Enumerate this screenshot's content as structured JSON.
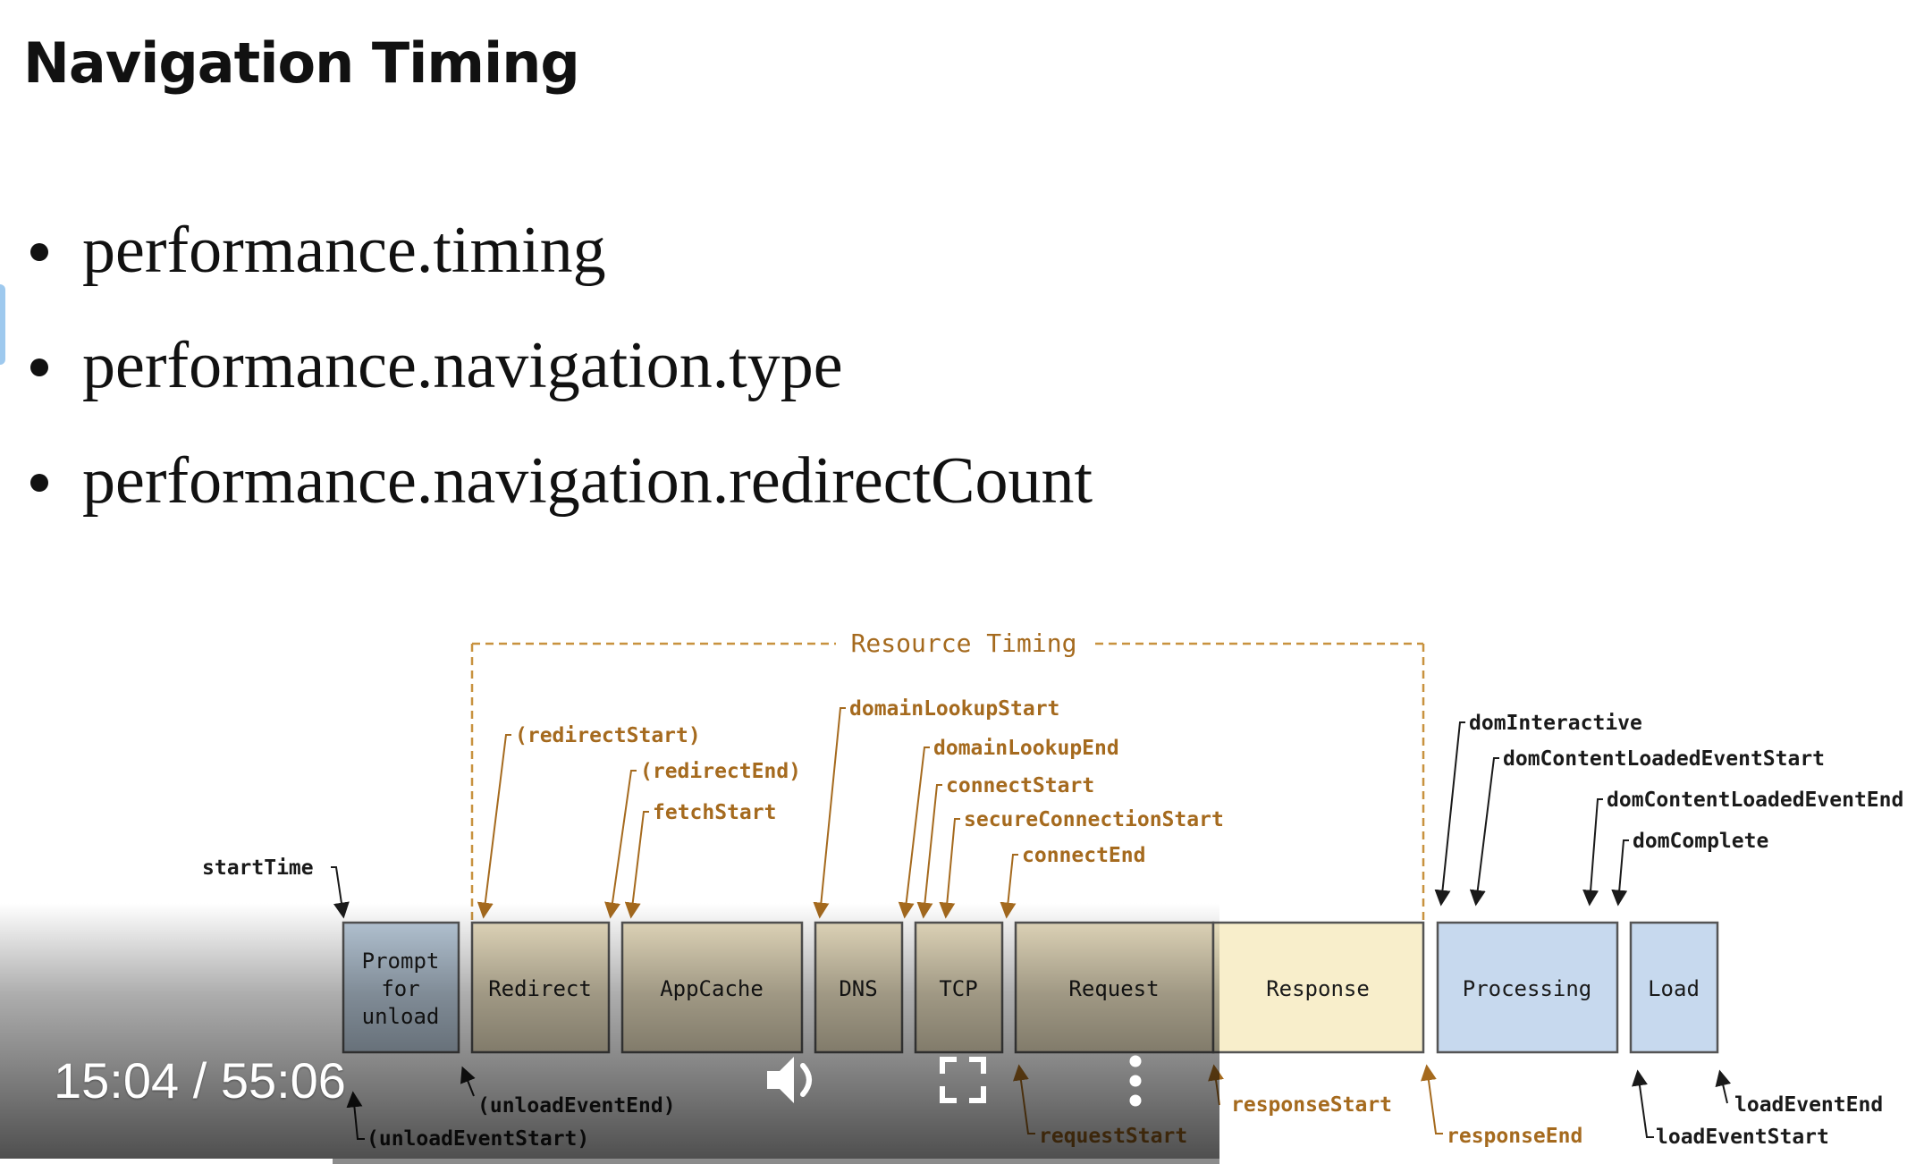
{
  "slide": {
    "title": "Navigation Timing",
    "bullets": [
      "performance.timing",
      "performance.navigation.type",
      "performance.navigation.redirectCount"
    ]
  },
  "diagram": {
    "resource_timing_label": "Resource Timing",
    "colors": {
      "prompt_box": "#bccddd",
      "phase_box": "#ebe0c2",
      "response_box": "#f8eecb",
      "processing_box": "#c7d9ee",
      "orange_text": "#a56a1e",
      "dark_text": "#1a1a1a"
    },
    "boxes": {
      "prompt": [
        "Prompt",
        "for",
        "unload"
      ],
      "redirect": "Redirect",
      "appcache": "AppCache",
      "dns": "DNS",
      "tcp": "TCP",
      "request": "Request",
      "response": "Response",
      "processing": "Processing",
      "load": "Load"
    },
    "labels": {
      "startTime": "startTime",
      "redirectStart": "(redirectStart)",
      "redirectEnd": "(redirectEnd)",
      "fetchStart": "fetchStart",
      "domainLookupStart": "domainLookupStart",
      "domainLookupEnd": "domainLookupEnd",
      "connectStart": "connectStart",
      "secureConnectionStart": "secureConnectionStart",
      "connectEnd": "connectEnd",
      "domInteractive": "domInteractive",
      "domContentLoadedEventStart": "domContentLoadedEventStart",
      "domContentLoadedEventEnd": "domContentLoadedEventEnd",
      "domComplete": "domComplete",
      "unloadEventEnd": "(unloadEventEnd)",
      "unloadEventStart": "(unloadEventStart)",
      "requestStart": "requestStart",
      "responseStart": "responseStart",
      "responseEnd": "responseEnd",
      "loadEventEnd": "loadEventEnd",
      "loadEventStart": "loadEventStart"
    }
  },
  "player": {
    "time_readout": "15:04 / 55:06",
    "progress_fraction": 0.273,
    "icons": {
      "volume": "volume-icon",
      "fullscreen": "fullscreen-icon",
      "more": "more-options-icon"
    }
  }
}
